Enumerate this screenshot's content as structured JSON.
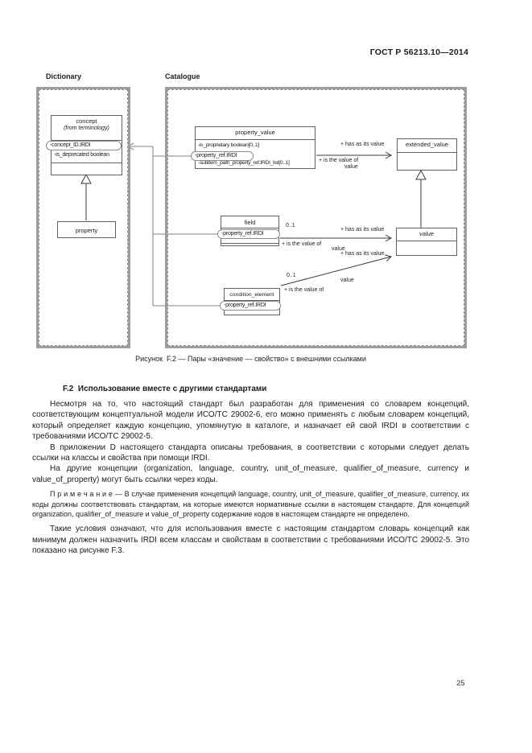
{
  "page": {
    "header_right": "ГОСТ Р 56213.10—2014",
    "page_number": "25"
  },
  "diagram": {
    "packages": {
      "dictionary": "Dictionary",
      "catalogue": "Catalogue"
    },
    "classes": {
      "concept": {
        "name": "concept",
        "stereotype": "(from terminology)",
        "attr_irdi": "-concept_ID.IRDI",
        "attr_deprecated": "-is_deprecated boolean"
      },
      "property": {
        "name": "property"
      },
      "property_value": {
        "name": "property_value",
        "attr_proprietary": "-is_proprietary boolean[0..1]",
        "attr_ref": "-property_ref.IRDI",
        "attr_subitem": "-subitem_path_property_ref.IRDI_list[0..1]"
      },
      "extended_value": {
        "name": "extended_value"
      },
      "field": {
        "name": "field",
        "attr_ref": "-property_ref.IRDI"
      },
      "value": {
        "name": "value"
      },
      "condition_element": {
        "name": "condition_element",
        "attr_ref": "-property_ref.IRDI"
      }
    },
    "labels": {
      "assoc1_has": "+ has as its value",
      "assoc1_is": "+ is the value of",
      "assoc1_name": "value",
      "assoc2_mult": "0..1",
      "assoc2_has": "+ has as its value",
      "assoc2_is": "+ is the value of",
      "assoc2_name": "value",
      "assoc3_mult": "0..1",
      "assoc3_has": "+ has as its value",
      "assoc3_is": "+ is the value of",
      "assoc3_name": "value"
    },
    "caption": "Рисунок  F.2 — Пары «значение — свойство» с внешними ссылками"
  },
  "section": {
    "heading": "F.2  Использование вместе с другими стандартами",
    "para1": "Несмотря на то, что настоящий стандарт был разработан для применения со словарем концепций, соответствующим концептуальной модели ИСО/ТС 29002-6, его можно применять с любым словарем концепций, который определяет каждую концепцию, упомянутую в каталоге, и назначает ей свой IRDI в соответствии с требованиями ИСО/ТС 29002-5.",
    "para2": "В приложении D настоящего стандарта описаны требования, в соответствии с которыми следует делать ссылки на классы и свойства при помощи IRDI.",
    "para3": "На другие концепции (organization, language, country, unit_of_measure, qualifier_of_measure, currency и value_of_property) могут быть ссылки через коды.",
    "note": "П р и м е ч а н и е — В случае применения концепций language, country, unit_of_measure, qualifier_of_measure, currency, их коды должны соответствовать стандартам, на которые имеются нормативные ссылки в настоящем стандарте. Для концепций organization, qualifier_of_measure и value_of_property содержание кодов в настоящем стандарте не определено.",
    "para4": "Такие условия означают, что для использования вместе с настоящим стандартом словарь концепций как минимум должен назначить IRDI всем классам и свойствам в соответствии с требованиями ИСО/ТС 29002-5. Это показано на рисунке F.3."
  }
}
